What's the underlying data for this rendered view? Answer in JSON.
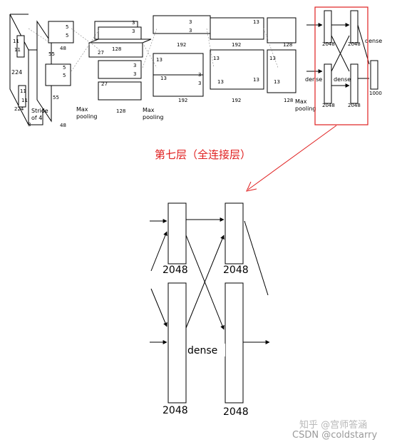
{
  "top": {
    "dims": [
      "11",
      "11",
      "224",
      "224",
      "11",
      "11",
      "3",
      "55",
      "55",
      "48",
      "48",
      "5",
      "5",
      "5",
      "5",
      "27",
      "27",
      "128",
      "128",
      "3",
      "3",
      "3",
      "3",
      "13",
      "13",
      "13",
      "13",
      "192",
      "192",
      "3",
      "3",
      "3",
      "3",
      "13",
      "13",
      "192",
      "192",
      "13",
      "13",
      "128",
      "128",
      "2048",
      "2048",
      "2048",
      "2048",
      "1000"
    ],
    "stride": "Stride",
    "stride2": "of 4",
    "max1": "Max",
    "max1b": "pooling",
    "max2": "Max",
    "max2b": "pooling",
    "max3": "Max",
    "max3b": "pooling",
    "dense1": "dense",
    "dense2": "dense",
    "dense3": "dense"
  },
  "caption": "第七层（全连接层）",
  "zoom": {
    "label_top_left": "2048",
    "label_top_right": "2048",
    "label_bottom_left": "2048",
    "label_bottom_right": "2048",
    "dense": "dense"
  },
  "watermark": {
    "zhihu": "知乎 @宫师答涵",
    "csdn": "CSDN @coldstarry"
  },
  "colors": {
    "highlight": "#e02020"
  }
}
